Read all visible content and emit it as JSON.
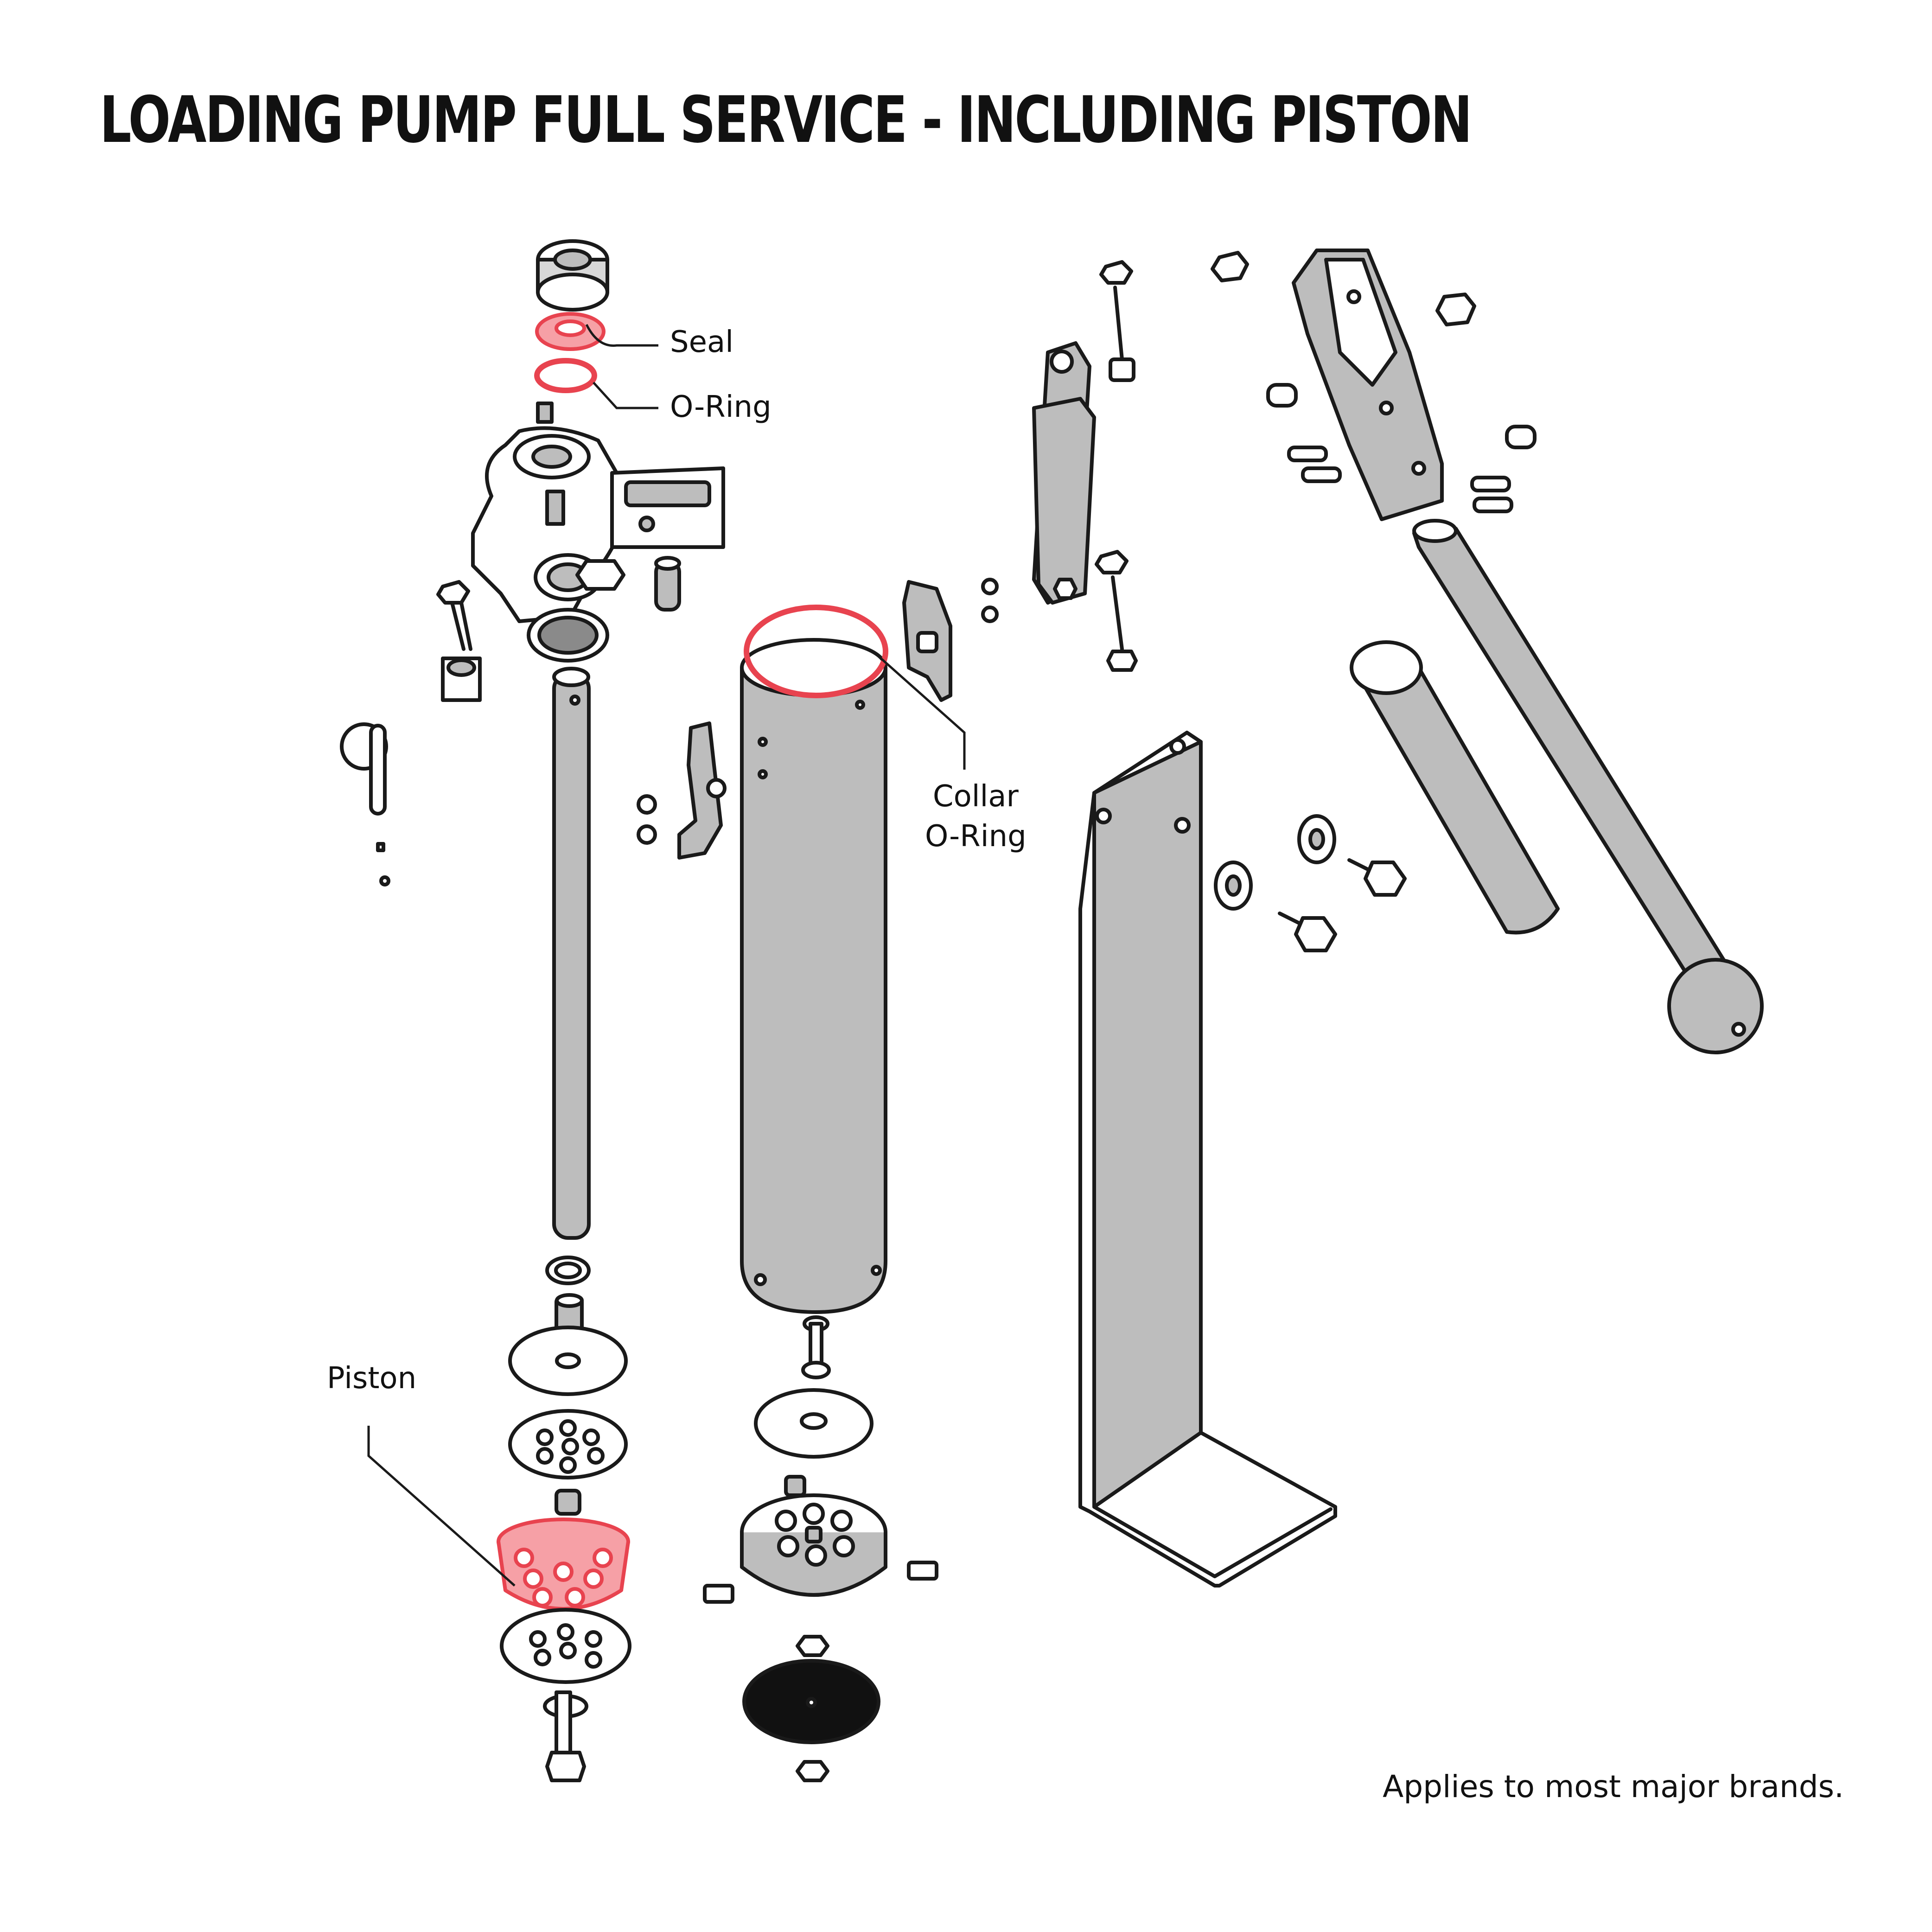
{
  "title": "LOADING PUMP FULL SERVICE - INCLUDING PISTON",
  "callouts": {
    "seal": "Seal",
    "o_ring": "O-Ring",
    "collar_o_ring": [
      "Collar",
      "O-Ring"
    ],
    "piston": "Piston"
  },
  "footer": "Applies to most major brands.",
  "colors": {
    "highlight": "#e8434f",
    "highlight_fill": "#f6a0a6",
    "part_fill": "#bdbdbd",
    "outline": "#1a1a1a"
  }
}
